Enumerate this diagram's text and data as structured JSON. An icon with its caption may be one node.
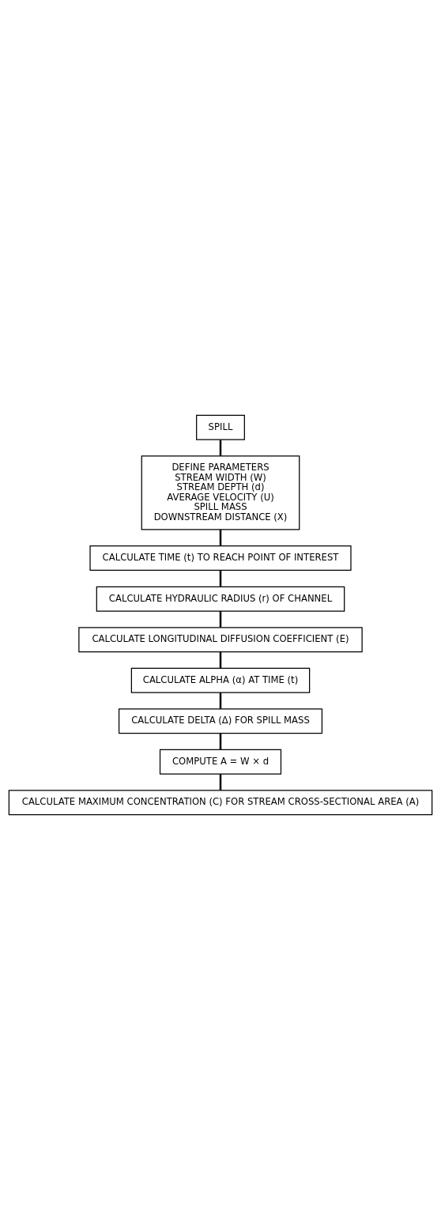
{
  "diagram": {
    "nodes": [
      {
        "text": [
          "SPILL"
        ]
      },
      {
        "text": [
          "DEFINE PARAMETERS",
          "STREAM WIDTH (W)",
          "STREAM DEPTH (d)",
          "AVERAGE VELOCITY (U)",
          "SPILL MASS",
          "DOWNSTREAM DISTANCE (X)"
        ]
      },
      {
        "text": [
          "CALCULATE TIME (t) TO REACH POINT OF INTEREST"
        ]
      },
      {
        "text": [
          "CALCULATE HYDRAULIC RADIUS (r) OF CHANNEL"
        ]
      },
      {
        "text": [
          "CALCULATE LONGITUDINAL DIFFUSION COEFFICIENT (E)"
        ]
      },
      {
        "text": [
          "CALCULATE ALPHA (α) AT TIME (t)"
        ]
      },
      {
        "text": [
          "CALCULATE DELTA (Δ) FOR SPILL MASS"
        ]
      },
      {
        "text": [
          "COMPUTE A = W × d"
        ]
      },
      {
        "text": [
          "CALCULATE MAXIMUM CONCENTRATION (C) FOR STREAM CROSS-SECTIONAL AREA (A)"
        ]
      }
    ],
    "edges": [
      {
        "from": 0,
        "to": 1,
        "arrow": "none"
      },
      {
        "from": 1,
        "to": 2,
        "arrow": "none"
      },
      {
        "from": 2,
        "to": 3,
        "arrow": "none"
      },
      {
        "from": 3,
        "to": 4,
        "arrow": "none"
      },
      {
        "from": 4,
        "to": 5,
        "arrow": "none"
      },
      {
        "from": 5,
        "to": 6,
        "arrow": "none"
      },
      {
        "from": 6,
        "to": 7,
        "arrow": "none"
      },
      {
        "from": 7,
        "to": 8,
        "arrow": "none"
      }
    ]
  }
}
